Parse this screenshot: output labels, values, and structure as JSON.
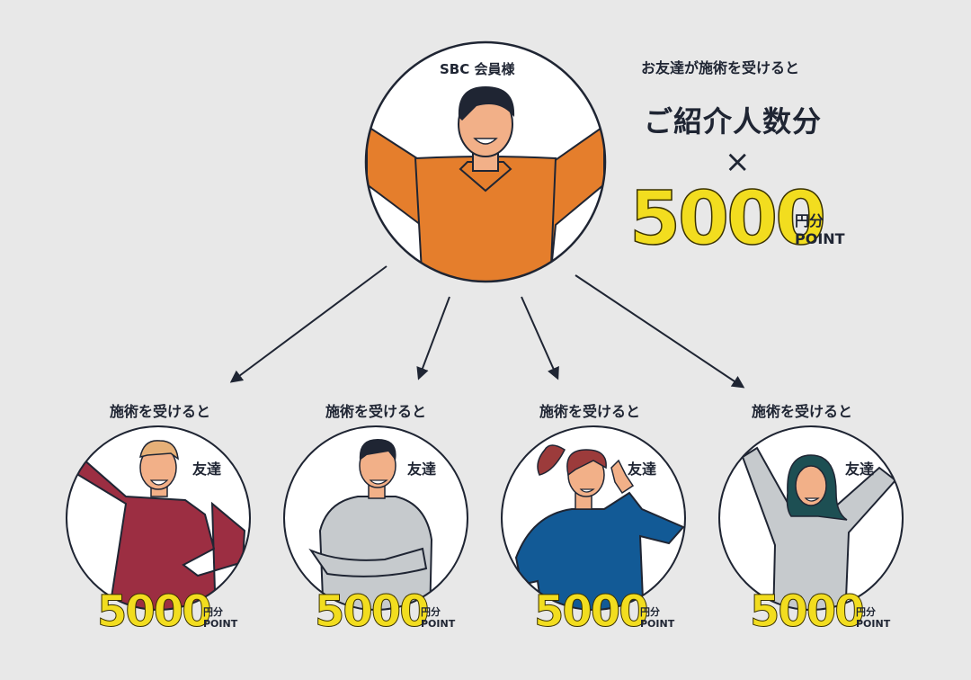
{
  "member": {
    "label": "SBC 会員様",
    "icon": "man-orange-sweater-arms-open"
  },
  "summary": {
    "intro": "お友達が施術を受けると",
    "headline": "ご紹介人数分",
    "times": "×",
    "amount": "5000",
    "unit_yen": "円分",
    "unit_point": "POINT"
  },
  "friends": [
    {
      "condition": "施術を受けると",
      "tag": "友達",
      "amount": "5000",
      "unit_yen": "円分",
      "unit_point": "POINT",
      "icon": "man-red-sweater"
    },
    {
      "condition": "施術を受けると",
      "tag": "友達",
      "amount": "5000",
      "unit_yen": "円分",
      "unit_point": "POINT",
      "icon": "man-gray-crossed-arms"
    },
    {
      "condition": "施術を受けると",
      "tag": "友達",
      "amount": "5000",
      "unit_yen": "円分",
      "unit_point": "POINT",
      "icon": "woman-blue-waving"
    },
    {
      "condition": "施術を受けると",
      "tag": "友達",
      "amount": "5000",
      "unit_yen": "円分",
      "unit_point": "POINT",
      "icon": "woman-gray-arms-up"
    }
  ],
  "colors": {
    "background": "#e8e8e8",
    "ink": "#1f2533",
    "point_yellow": "#f2dd1f",
    "member_sweater": "#e57e2c",
    "friend1_sweater": "#9c2e42",
    "friend2_sweater": "#c6cacd",
    "friend3_sweater": "#125a96",
    "friend4_sweater": "#c6cacd"
  }
}
